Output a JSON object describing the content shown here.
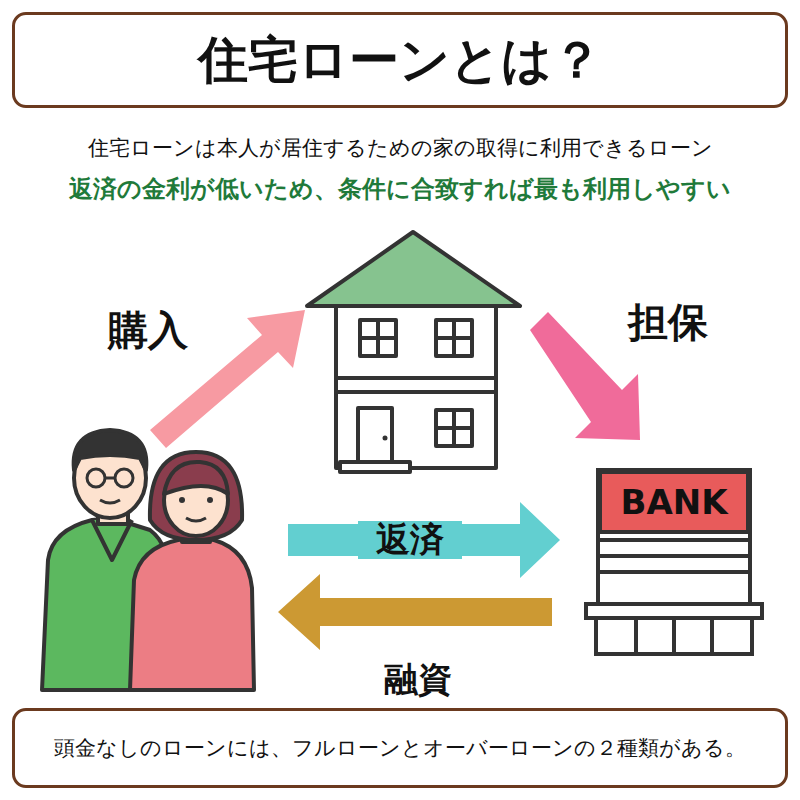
{
  "diagram": {
    "title": "住宅ローンとは？",
    "caption": "頭金なしのローンには、フルローンとオーバーローンの２種類がある。",
    "nodes": [
      {
        "text": [
          "BANK"
        ]
      }
    ],
    "labels": [
      "住宅ローンは本人が居住するための家の取得に利用できるローン",
      "返済の金利が低いため、条件に合致すれば最も利用しやすい",
      "購入",
      "担保",
      "返済",
      "融資"
    ]
  }
}
